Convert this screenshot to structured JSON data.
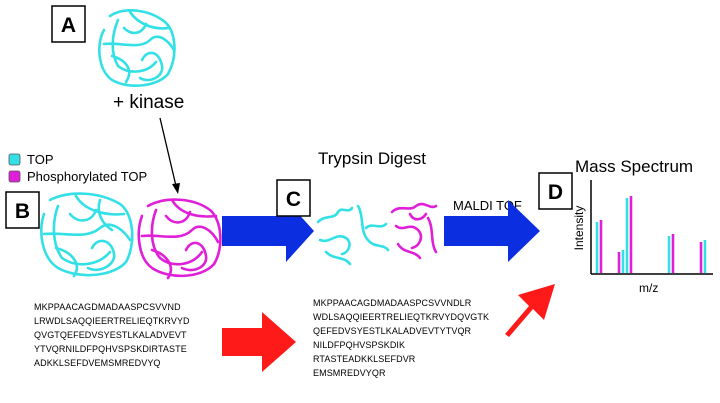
{
  "panels": {
    "a": "A",
    "b": "B",
    "c": "C",
    "d": "D"
  },
  "labels": {
    "kinase": "+ kinase",
    "trypsin": "Trypsin Digest",
    "maldi": "MALDI TOF",
    "mass_spectrum": "Mass Spectrum",
    "intensity": "Intensity",
    "mz": "m/z"
  },
  "legend": {
    "items": [
      {
        "label": "TOP",
        "color": "#33e0e6"
      },
      {
        "label": "Phosphorylated TOP",
        "color": "#e020d8"
      }
    ]
  },
  "colors": {
    "top": "#33e0e6",
    "phospho": "#e020d8",
    "blue_arrow": "#0a2ee0",
    "red_arrow": "#ff1a1a"
  },
  "sequences": {
    "full": [
      "MKPPAACAGDMADAASPCSVVND",
      "LRWDLSAQQIEERTRELIEQTKRVYD",
      "QVGTQEFEDVSYESTLKALADVEVT",
      "YTVQRNILDFPQHVSPSKDIRTASTE",
      "ADKKLSEFDVEMSMREDVYQ"
    ],
    "digest": [
      "MKPPAACAGDMADAASPCSVVNDLR",
      "WDLSAQQIEERTRELIEQTKRVYDQVGTK",
      "QEFEDVSYESTLKALADVEVTYTVQR",
      "NILDFPQHVSPSKDIK",
      "RTASTEADKKLSEFDVR",
      "EMSMREDVYQR"
    ]
  }
}
